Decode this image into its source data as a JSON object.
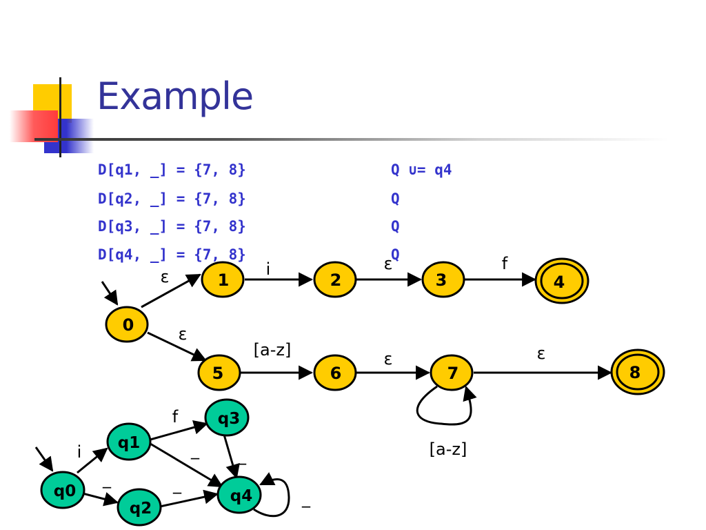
{
  "title": "Example",
  "code_lines": [
    {
      "left": "D[q1, _] = {7, 8}",
      "right": "Q ∪= q4"
    },
    {
      "left": "D[q2, _] = {7, 8}",
      "right": "Q"
    },
    {
      "left": "D[q3, _] = {7, 8}",
      "right": "Q"
    },
    {
      "left": "D[q4, _] = {7, 8}",
      "right": "Q"
    }
  ],
  "nfa": {
    "states": [
      "0",
      "1",
      "2",
      "3",
      "4",
      "5",
      "6",
      "7",
      "8"
    ],
    "accepting": [
      "4",
      "8"
    ],
    "start": "0",
    "edge_labels": {
      "e01": "ε",
      "e12": "i",
      "e23": "ε",
      "e34": "f",
      "e05": "ε",
      "e56": "[a-z]",
      "e67": "ε",
      "e78": "ε",
      "e77": "[a-z]"
    }
  },
  "dfa": {
    "states": [
      "q0",
      "q1",
      "q2",
      "q3",
      "q4"
    ],
    "start": "q0",
    "edge_labels": {
      "q0q1": "i",
      "q0q2": "_",
      "q1q3": "f",
      "q1q4": "_",
      "q2q4": "_",
      "q4q4": "_"
    }
  },
  "colors": {
    "title": "#333399",
    "code": "#3333CC",
    "nfa_state_fill": "#FFCC00",
    "dfa_state_fill": "#00CC99",
    "stroke": "#000000"
  }
}
